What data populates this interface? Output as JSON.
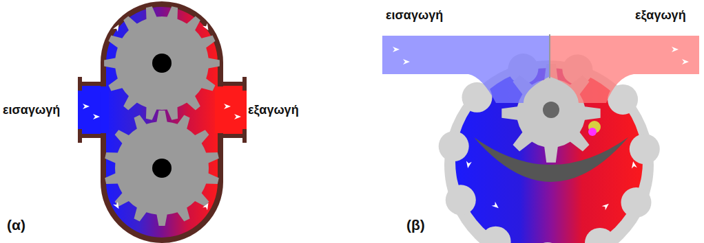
{
  "diagram": {
    "labels": [
      "εισαγωγή",
      "εξαγωγή",
      "(α)",
      "εισαγωγή",
      "εξαγωγή",
      "(β)"
    ]
  }
}
